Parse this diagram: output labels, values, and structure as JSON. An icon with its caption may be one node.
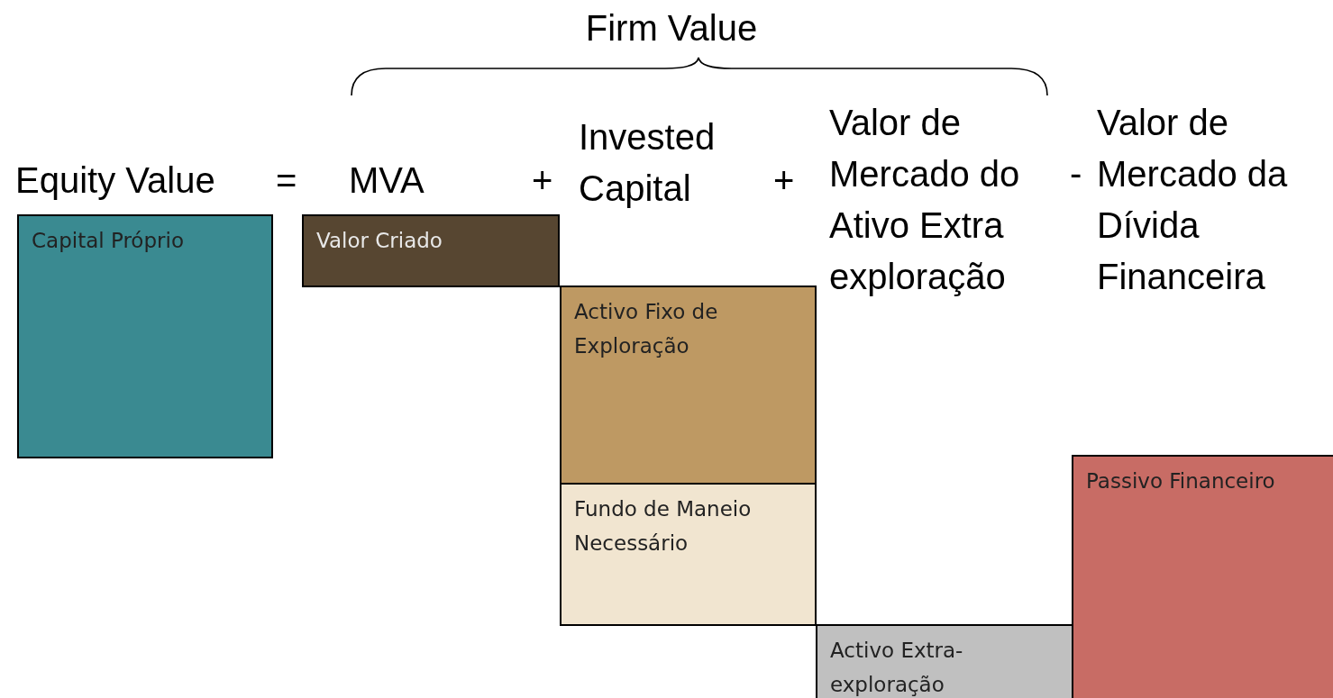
{
  "diagram": {
    "title": "Firm Value",
    "nodes": [
      {
        "text": [
          "Capital Próprio"
        ]
      },
      {
        "text": [
          "Valor Criado"
        ]
      },
      {
        "text": [
          "Activo Fixo de Exploração"
        ]
      },
      {
        "text": [
          "Fundo de Maneio Necessário"
        ]
      },
      {
        "text": [
          "Activo Extra-exploração"
        ]
      },
      {
        "text": [
          "Passivo Financeiro"
        ]
      }
    ],
    "edges": [],
    "labels": [
      "Equity Value",
      "=",
      "MVA",
      "+",
      "Invested Capital",
      "+",
      "Valor de Mercado do Ativo Extra exploração",
      "-",
      "Valor de Mercado da Dívida Financeira"
    ]
  }
}
